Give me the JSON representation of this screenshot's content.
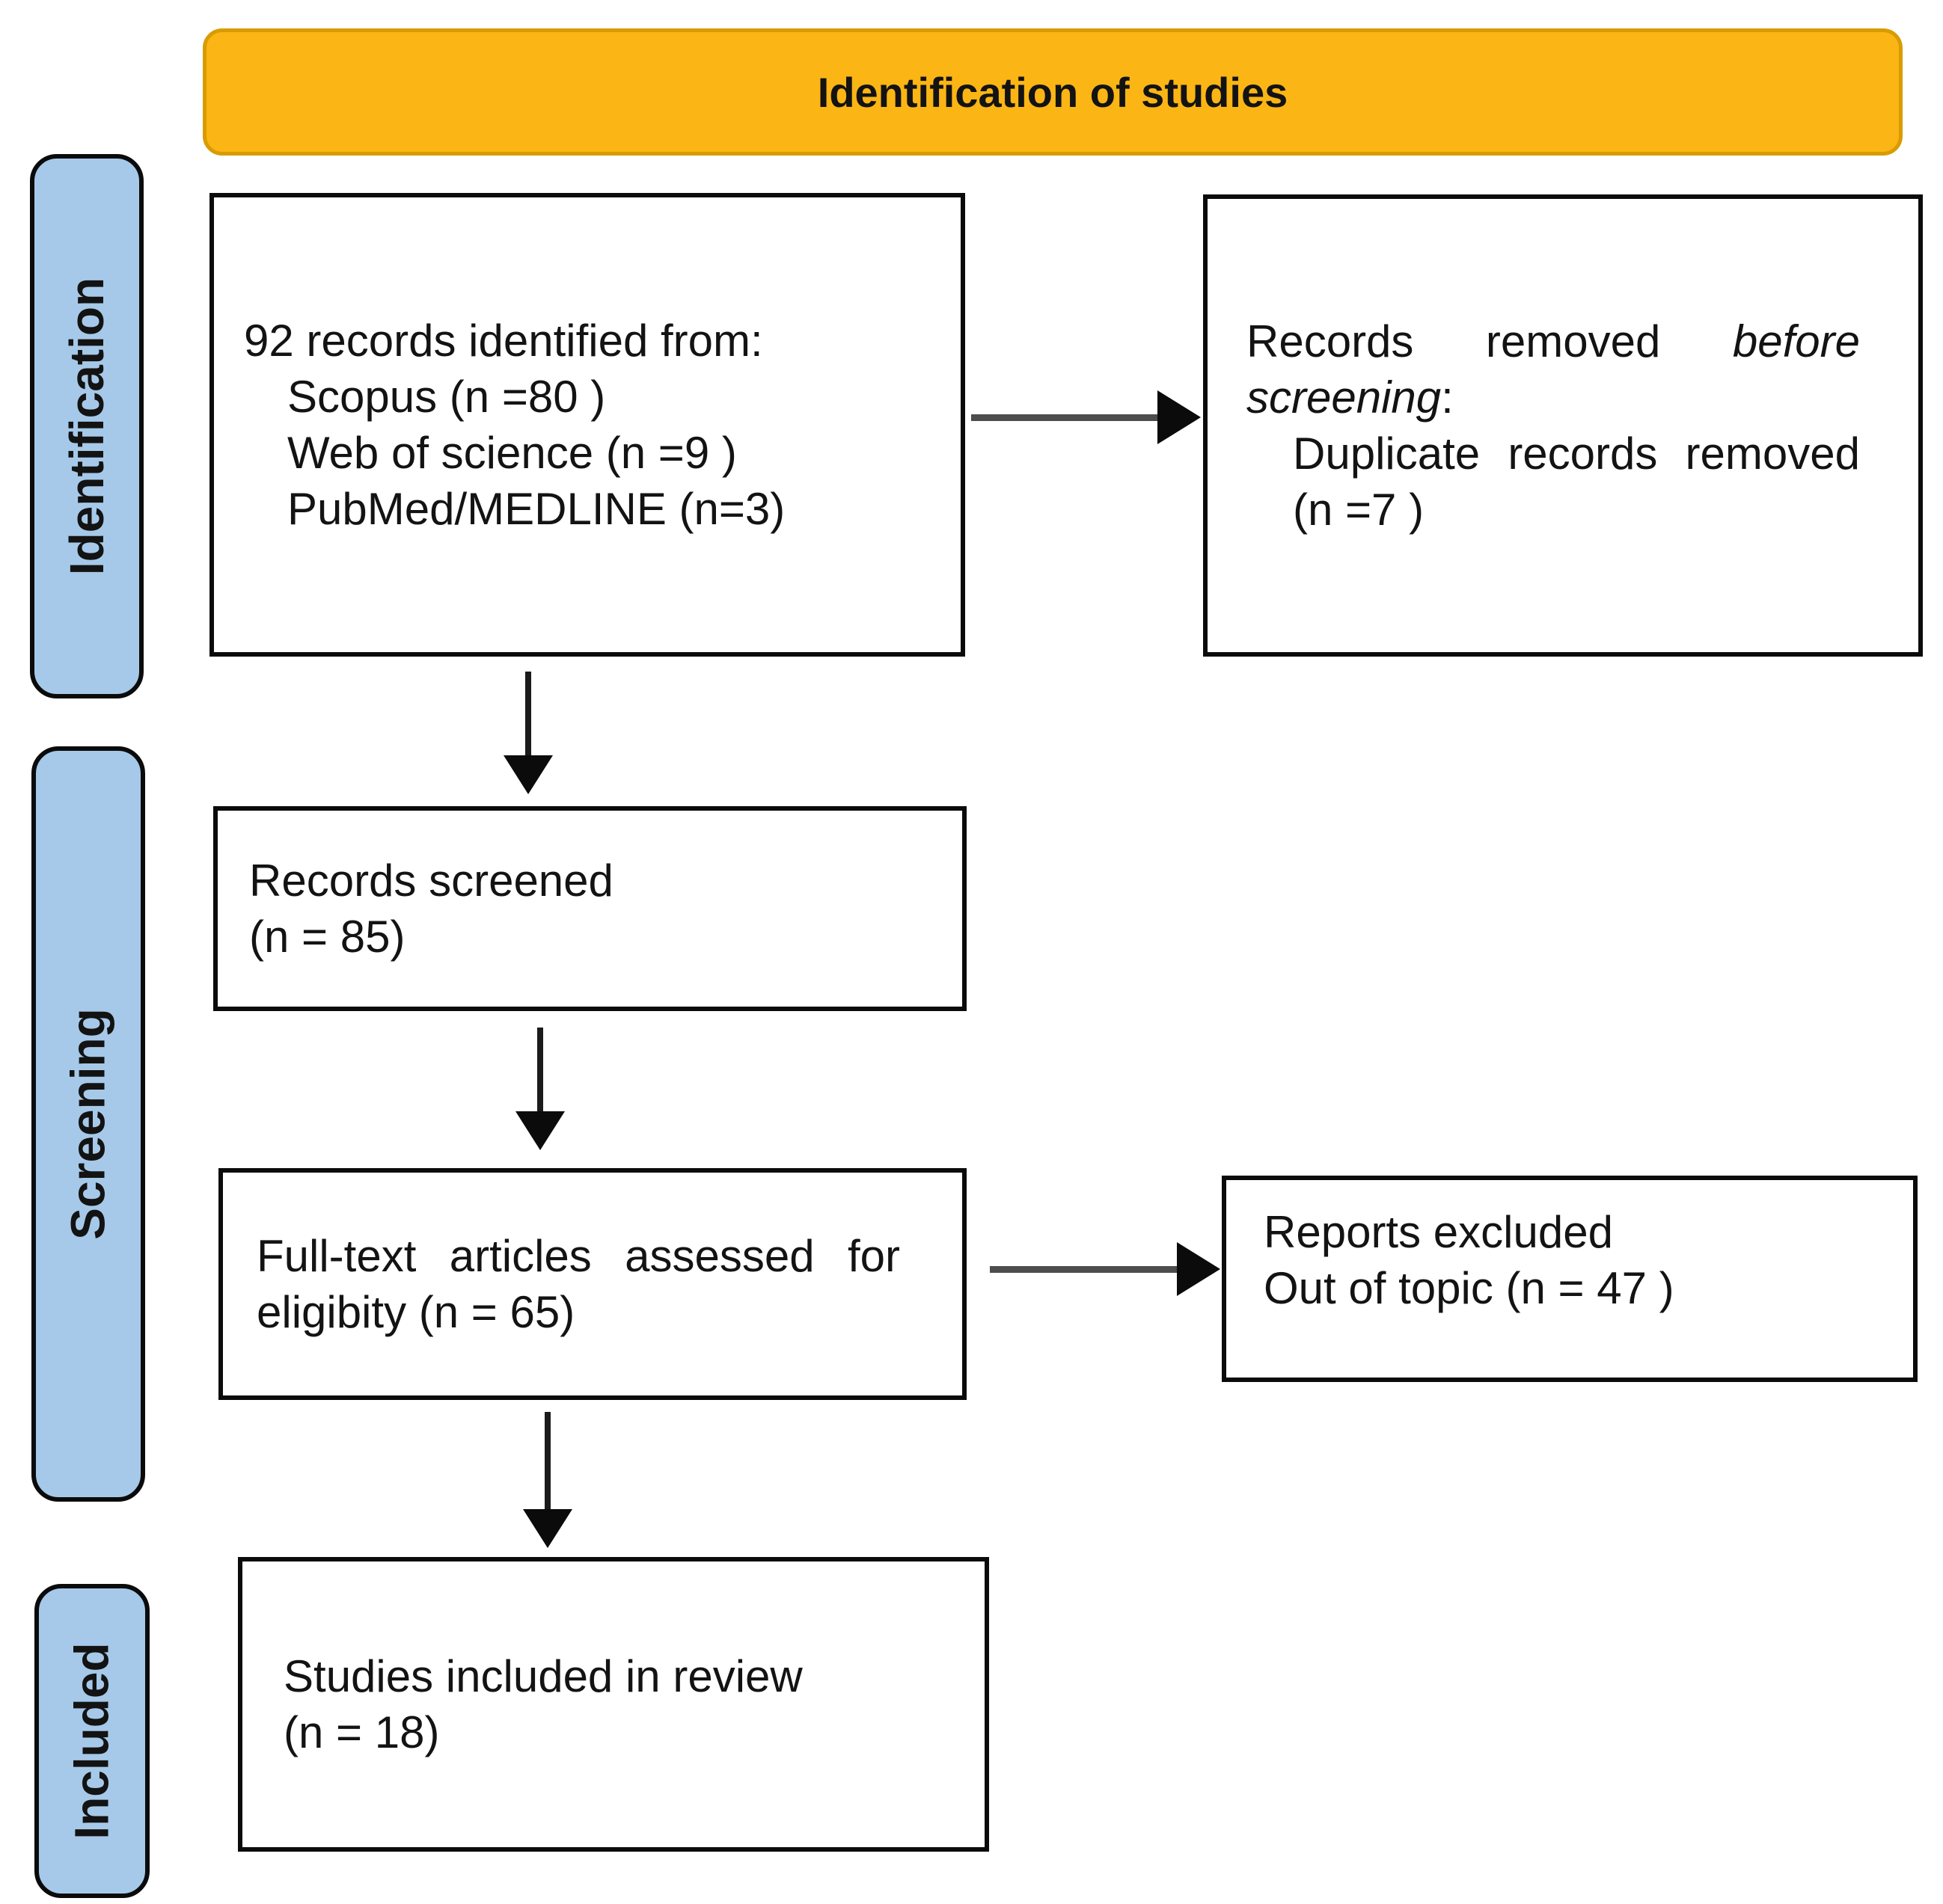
{
  "diagram": {
    "title": "Identification of studies",
    "stages": [
      {
        "label": "Identification"
      },
      {
        "label": "Screening"
      },
      {
        "label": "Included"
      }
    ],
    "boxes": {
      "identified": {
        "intro": "92 records identified from:",
        "sources": [
          "Scopus (n =80 )",
          "Web of science (n =9 )",
          "PubMed/MEDLINE (n=3)"
        ]
      },
      "removed": {
        "lead": "Records removed ",
        "emphasis": "before screening",
        "lead_end": ":",
        "reason": "Duplicate records removed ",
        "count": "(n =7 )"
      },
      "screened": {
        "line1": "Records screened",
        "line2": "(n = 85)"
      },
      "fulltext": {
        "text": "Full-text articles assessed for eligibity ",
        "count": "(n = 65)"
      },
      "excluded": {
        "line1": "Reports excluded",
        "line2": "Out of topic (n = 47 )"
      },
      "included": {
        "line1": "Studies included in review",
        "line2": "(n = 18)"
      }
    },
    "colors": {
      "banner_fill": "#FBB514",
      "banner_border": "#D89C00",
      "stage_fill": "#A6C9E9",
      "box_border": "#0B0B0B",
      "arrow_shaft": "#4D4D4D",
      "arrow_head": "#0B0B0B"
    }
  }
}
